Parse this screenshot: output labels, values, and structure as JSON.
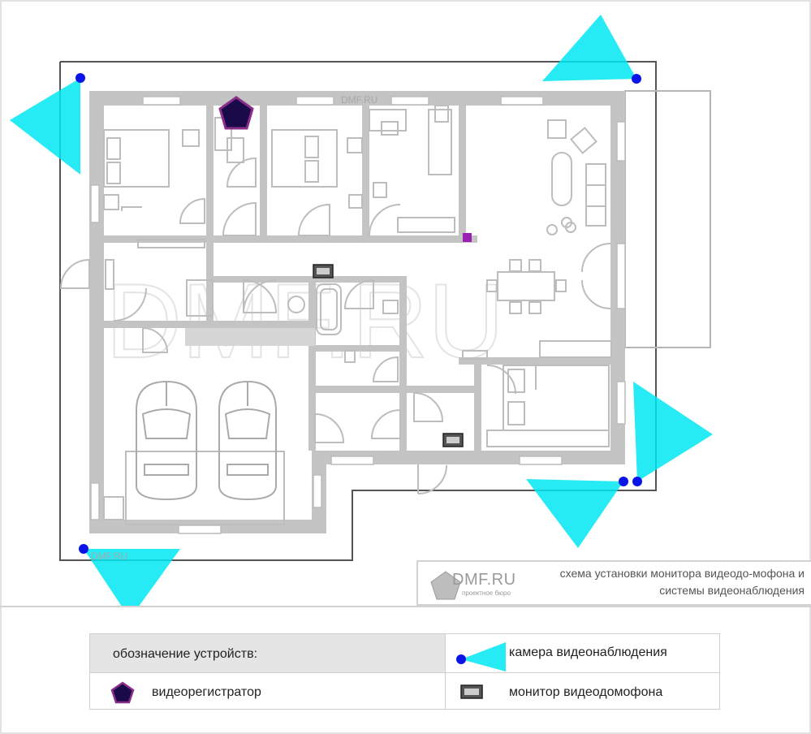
{
  "watermark": {
    "top": "DMF.RU",
    "bottom": "DMF.RU"
  },
  "title_block": {
    "logo_text": "DMF.RU",
    "logo_subtext": "проектное бюро",
    "caption": "схема установки монитора видеодо-мофона и системы видеонаблюдения"
  },
  "legend": {
    "header": "обозначение устройств:",
    "items": {
      "camera": "камера видеонаблюдения",
      "recorder": "видеорегистратор",
      "monitor": "монитор видеодомофона"
    }
  },
  "colors": {
    "wall": "#c4c4c4",
    "outline": "#aaaaaa",
    "camera_dot": "#0a14e6",
    "camera_cone": "#00e8f2",
    "recorder_fill": "#1a0a4a",
    "recorder_stroke": "#8a2e8a",
    "marker": "#9b1fb5"
  },
  "icons": [
    "camera-icon",
    "recorder-icon",
    "monitor-icon"
  ]
}
